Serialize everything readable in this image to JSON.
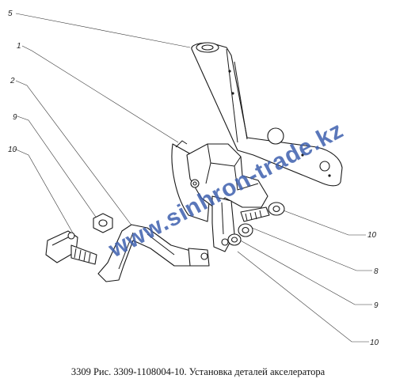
{
  "diagram": {
    "callouts": [
      {
        "id": "c5",
        "text": "5"
      },
      {
        "id": "c1",
        "text": "1"
      },
      {
        "id": "c2",
        "text": "2"
      },
      {
        "id": "c9a",
        "text": "9"
      },
      {
        "id": "c10a",
        "text": "10"
      },
      {
        "id": "c10b",
        "text": "10"
      },
      {
        "id": "c8",
        "text": "8"
      },
      {
        "id": "c9b",
        "text": "9"
      },
      {
        "id": "c10c",
        "text": "10"
      }
    ],
    "watermark": "www.sinhron-trade.kz",
    "caption": "3309 Рис. 3309-1108004-10. Установка деталей акселератора",
    "colors": {
      "watermark": "#3d5fae",
      "line": "#1a1a1a",
      "background": "#ffffff"
    }
  }
}
